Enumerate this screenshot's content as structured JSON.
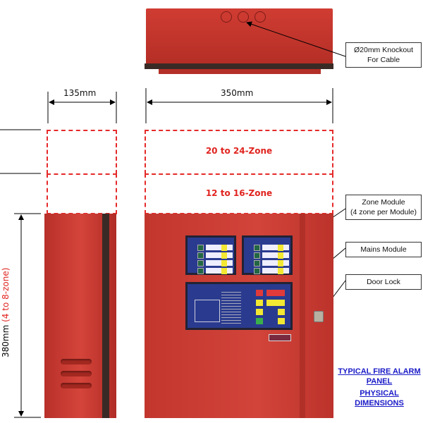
{
  "dimensions": {
    "depth": "135mm",
    "width": "350mm",
    "height": "380mm",
    "height_note": "(4 to 8-zone)"
  },
  "extensions": {
    "upper": "20 to 24-Zone",
    "lower": "12 to 16-Zone"
  },
  "callouts": {
    "knockout_line1": "Ø20mm Knockout",
    "knockout_line2": "For Cable",
    "zone_module_line1": "Zone Module",
    "zone_module_line2": "(4 zone per Module)",
    "mains_module": "Mains Module",
    "door_lock": "Door Lock"
  },
  "title": {
    "line1": "TYPICAL FIRE ALARM PANEL",
    "line2": "PHYSICAL DIMENSIONS"
  },
  "colors": {
    "enclosure": "#c8342c",
    "extension": "#e52a2a",
    "title": "#1a1ac8"
  }
}
